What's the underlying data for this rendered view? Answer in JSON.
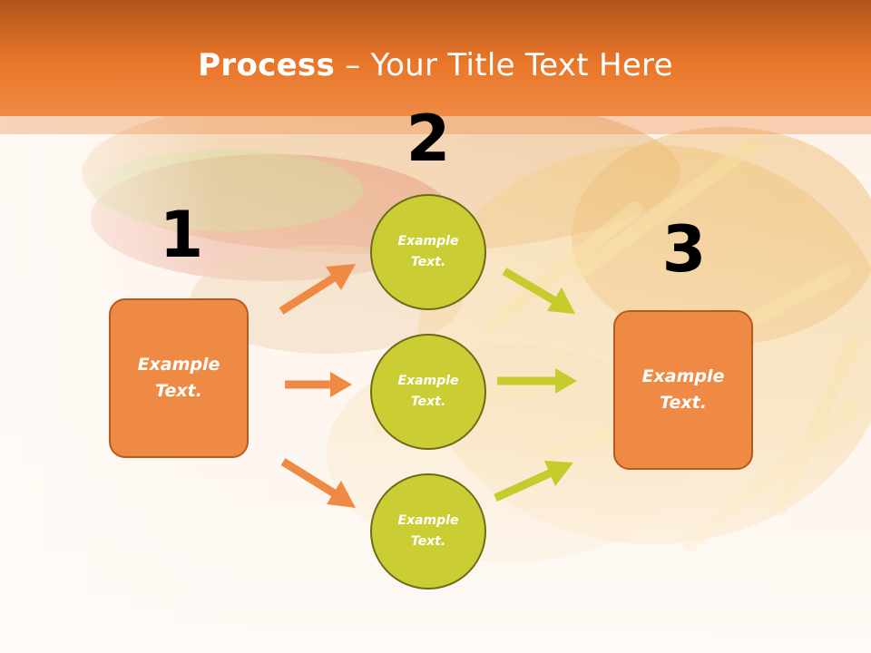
{
  "title": {
    "bold": "Process",
    "rest": " – Your Title Text Here"
  },
  "steps": [
    {
      "number": "1",
      "label_line1": "Example",
      "label_line2": "Text."
    },
    {
      "number": "2"
    },
    {
      "number": "3",
      "label_line1": "Example",
      "label_line2": "Text."
    }
  ],
  "circles": [
    {
      "label_line1": "Example",
      "label_line2": "Text."
    },
    {
      "label_line1": "Example",
      "label_line2": "Text."
    },
    {
      "label_line1": "Example",
      "label_line2": "Text."
    }
  ],
  "colors": {
    "header": "#e9772a",
    "box_fill": "#ef8a45",
    "circle_fill": "#cbcd35",
    "orange_arrow": "#ef8a45",
    "green_arrow": "#c6cb2e"
  }
}
